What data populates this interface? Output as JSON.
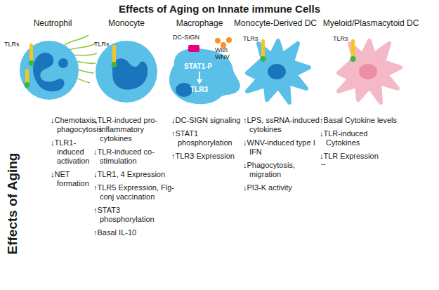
{
  "diagram": {
    "title": "Effects of Aging on Innate immune Cells",
    "labels": [
      "Neutrophil",
      "Monocyte",
      "Macrophage",
      "Monocyte-Derived DC",
      "Myeloid/Plasmacytoid DC",
      "TLRs",
      "TLRs",
      "DC-SIGN",
      "With WNV",
      "STAT1-P",
      "TLR3",
      "TLRs",
      "TLRs",
      "Effects of Aging",
      "↓Chemotaxis, phagocytosis",
      "↓TLR1-induced activation",
      "↓NET formation",
      "↓TLR-induced pro-inflammatory cytokines",
      "↓TLR-induced co-stimulation",
      "↓TLR1, 4 Expression",
      "↑TLR5 Expression, Flg-conj vaccination",
      "↑STAT3 phosphorylation",
      "↑Basal IL-10",
      "↓DC-SIGN signaling",
      "↑STAT1 phosphorylation",
      "↑TLR3 Expression",
      "↑LPS, ssRNA-induced cytokines",
      "↓WNV-induced type I IFN",
      "↓Phagocytosis, migration",
      "↓PI3-K activity",
      "↑Basal Cytokine levels",
      "↓TLR-induced Cytokines",
      "↓TLR Expression",
      "↔"
    ]
  }
}
